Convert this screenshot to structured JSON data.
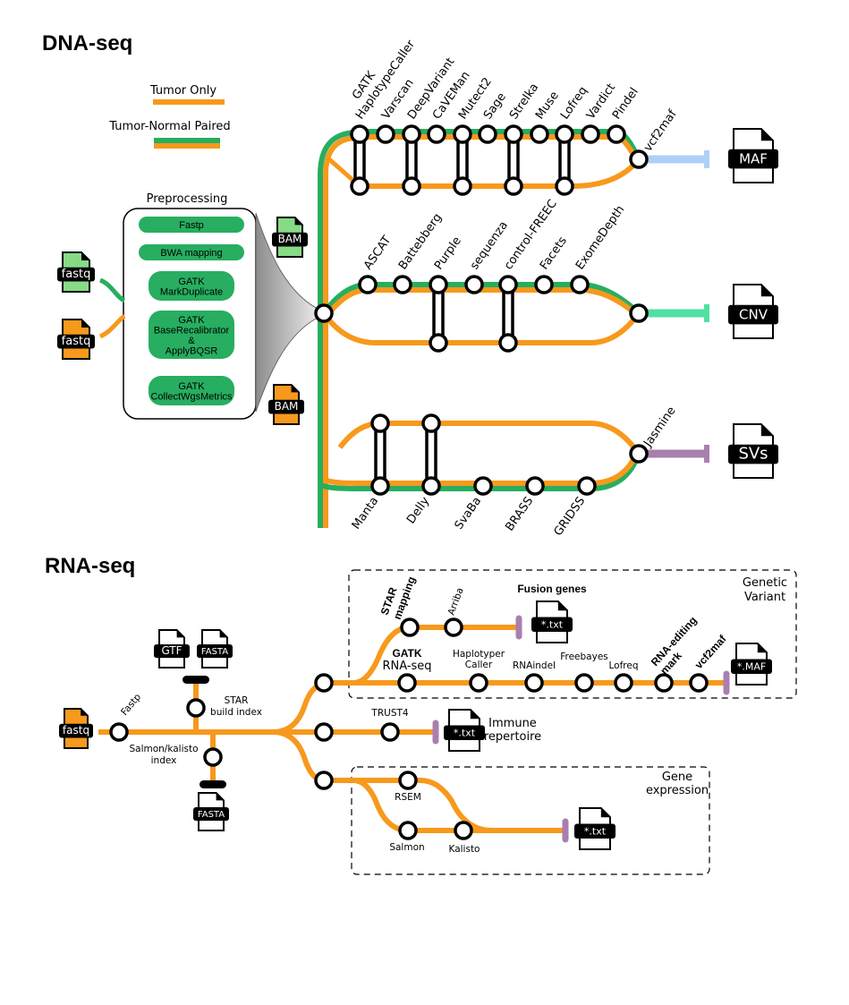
{
  "colors": {
    "tumor_only": "#F7991C",
    "paired_green": "#27AE60",
    "maf_line": "#AED0F7",
    "cnv_line": "#4FE0A3",
    "sv_line": "#A97FAE",
    "terminator": "#A97FAE",
    "fastq_green": "#87DB86",
    "fastq_orange": "#F7991C",
    "pill_green": "#27AE60"
  },
  "dna": {
    "title": "DNA-seq",
    "legend": {
      "tumor_only": "Tumor Only",
      "paired": "Tumor-Normal Paired"
    },
    "preprocessing": {
      "title": "Preprocessing",
      "steps": [
        "Fastp",
        "BWA mapping",
        "GATK\nMarkDuplicate",
        "GATK\nBaseRecalibrator\n&\nApplyBQSR",
        "GATK\nCollectWgsMetrics"
      ]
    },
    "inputs": [
      {
        "label": "fastq",
        "kind": "green"
      },
      {
        "label": "fastq",
        "kind": "orange"
      }
    ],
    "bam_files": [
      {
        "label": "BAM",
        "kind": "green"
      },
      {
        "label": "BAM",
        "kind": "orange"
      }
    ],
    "snv_tools": [
      {
        "label": "GATK\nHaplotypeCaller",
        "paired": true
      },
      {
        "label": "Varscan",
        "paired": false
      },
      {
        "label": "DeepVariant",
        "paired": true
      },
      {
        "label": "CaVEMan",
        "paired": false
      },
      {
        "label": "Mutect2",
        "paired": true
      },
      {
        "label": "Sage",
        "paired": false
      },
      {
        "label": "Strelka",
        "paired": true
      },
      {
        "label": "Muse",
        "paired": false
      },
      {
        "label": "Lofreq",
        "paired": true
      },
      {
        "label": "Vardict",
        "paired": false
      },
      {
        "label": "Pindel",
        "paired": false
      }
    ],
    "snv_merge": "vcf2maf",
    "snv_output": "MAF",
    "cnv_tools": [
      {
        "label": "ASCAT",
        "paired": false
      },
      {
        "label": "Battebberg",
        "paired": false
      },
      {
        "label": "Purple",
        "paired": true
      },
      {
        "label": "sequenza",
        "paired": false
      },
      {
        "label": "control-FREEC",
        "paired": true
      },
      {
        "label": "Facets",
        "paired": false
      },
      {
        "label": "ExomeDepth",
        "paired": false
      }
    ],
    "cnv_output": "CNV",
    "sv_tools": [
      {
        "label": "Manta",
        "paired": true
      },
      {
        "label": "Delly",
        "paired": true
      },
      {
        "label": "SvaBa",
        "paired": false
      },
      {
        "label": "BRASS",
        "paired": false
      },
      {
        "label": "GRIDSS",
        "paired": false
      }
    ],
    "sv_merge": "Jasmine",
    "sv_output": "SVs"
  },
  "rna": {
    "title": "RNA-seq",
    "input": "fastq",
    "fastp": "Fastp",
    "star_index": "STAR\nbuild index",
    "salmon_index": "Salmon/kalisto\nindex",
    "ref_files_top": [
      "GTF",
      "FASTA"
    ],
    "ref_files_bottom": [
      "FASTA"
    ],
    "variant_box": {
      "title": "Genetic\nVariant",
      "star_mapping": "STAR\nmapping",
      "arriba": "Arriba",
      "fusion_title": "Fusion genes",
      "fusion_file": "*.txt",
      "gatk_rnaseq": "GATK\nRNA-seq",
      "tools": [
        "Haplotyper\nCaller",
        "RNAindel",
        "Freebayes",
        "Lofreq"
      ],
      "rna_editing": "RNA-editing\nmark",
      "vcf2maf": "vcf2maf",
      "output": "*.MAF"
    },
    "immune": {
      "tool": "TRUST4",
      "file": "*.txt",
      "title": "Immune\nrepertoire"
    },
    "expression_box": {
      "title": "Gene\nexpression",
      "rsem": "RSEM",
      "salmon": "Salmon",
      "kalisto": "Kalisto",
      "file": "*.txt"
    }
  }
}
